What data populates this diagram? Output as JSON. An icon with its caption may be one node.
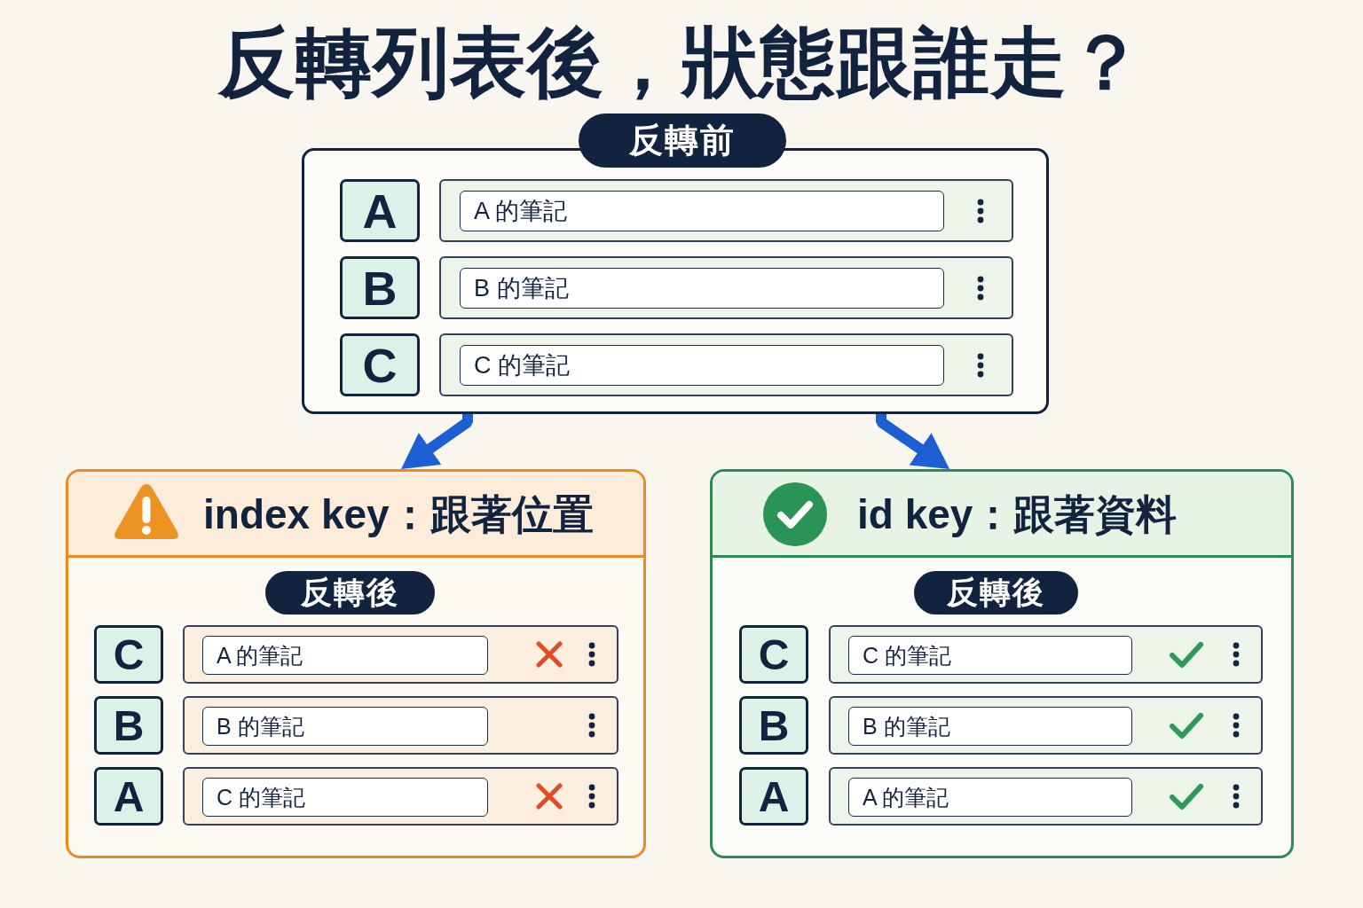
{
  "diagram": {
    "title": "反轉列表後，狀態跟誰走？",
    "nodes": [
      {
        "text": [
          "反轉前"
        ]
      },
      {
        "text": [
          "A"
        ],
        "in": 0
      },
      {
        "text": [
          "A 的筆記"
        ],
        "in": 0
      },
      {
        "text": [
          "B"
        ],
        "in": 0
      },
      {
        "text": [
          "B 的筆記"
        ],
        "in": 0
      },
      {
        "text": [
          "C"
        ],
        "in": 0
      },
      {
        "text": [
          "C 的筆記"
        ],
        "in": 0
      },
      {
        "text": [
          "index key：跟著位置"
        ]
      },
      {
        "text": [
          "反轉後"
        ],
        "in": 7
      },
      {
        "text": [
          "C"
        ],
        "in": 7
      },
      {
        "text": [
          "A 的筆記"
        ],
        "in": 7
      },
      {
        "text": [
          "B"
        ],
        "in": 7
      },
      {
        "text": [
          "B 的筆記"
        ],
        "in": 7
      },
      {
        "text": [
          "A"
        ],
        "in": 7
      },
      {
        "text": [
          "C 的筆記"
        ],
        "in": 7
      },
      {
        "text": [
          "id key：跟著資料"
        ]
      },
      {
        "text": [
          "反轉後"
        ],
        "in": 15
      },
      {
        "text": [
          "C"
        ],
        "in": 15
      },
      {
        "text": [
          "C 的筆記"
        ],
        "in": 15
      },
      {
        "text": [
          "B"
        ],
        "in": 15
      },
      {
        "text": [
          "B 的筆記"
        ],
        "in": 15
      },
      {
        "text": [
          "A"
        ],
        "in": 15
      },
      {
        "text": [
          "A 的筆記"
        ],
        "in": 15
      }
    ],
    "edges": [
      {
        "from": 0,
        "to": 7,
        "arrow": "to"
      },
      {
        "from": 0,
        "to": 15,
        "arrow": "to"
      }
    ]
  }
}
